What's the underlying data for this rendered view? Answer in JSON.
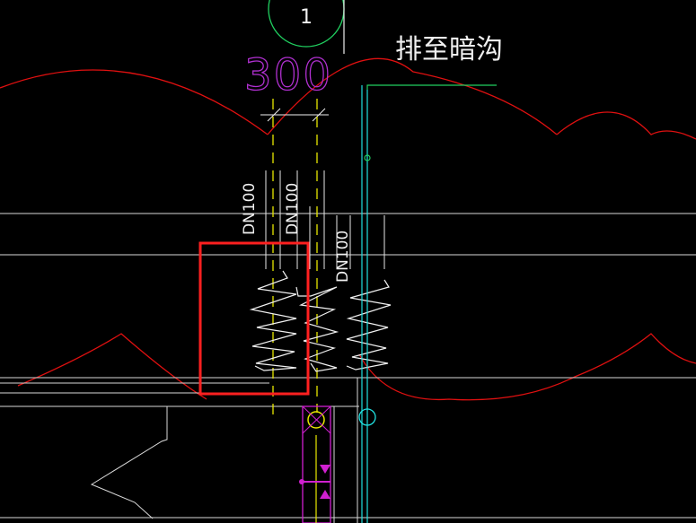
{
  "drawing": {
    "axis_bubble_label": "1",
    "dimension_value": "300",
    "note_text": "排至暗沟",
    "pipe_labels": [
      "DN100",
      "DN100",
      "DN100"
    ]
  },
  "colors": {
    "background": "#000000",
    "revision_cloud": "#e01010",
    "highlight_box": "#ff2020",
    "dimension": "#b030d0",
    "pipe_center": "#e8e800",
    "cyan": "#20e0e0",
    "green": "#20d060",
    "white": "#e8e8e8",
    "magenta": "#d020d0"
  }
}
